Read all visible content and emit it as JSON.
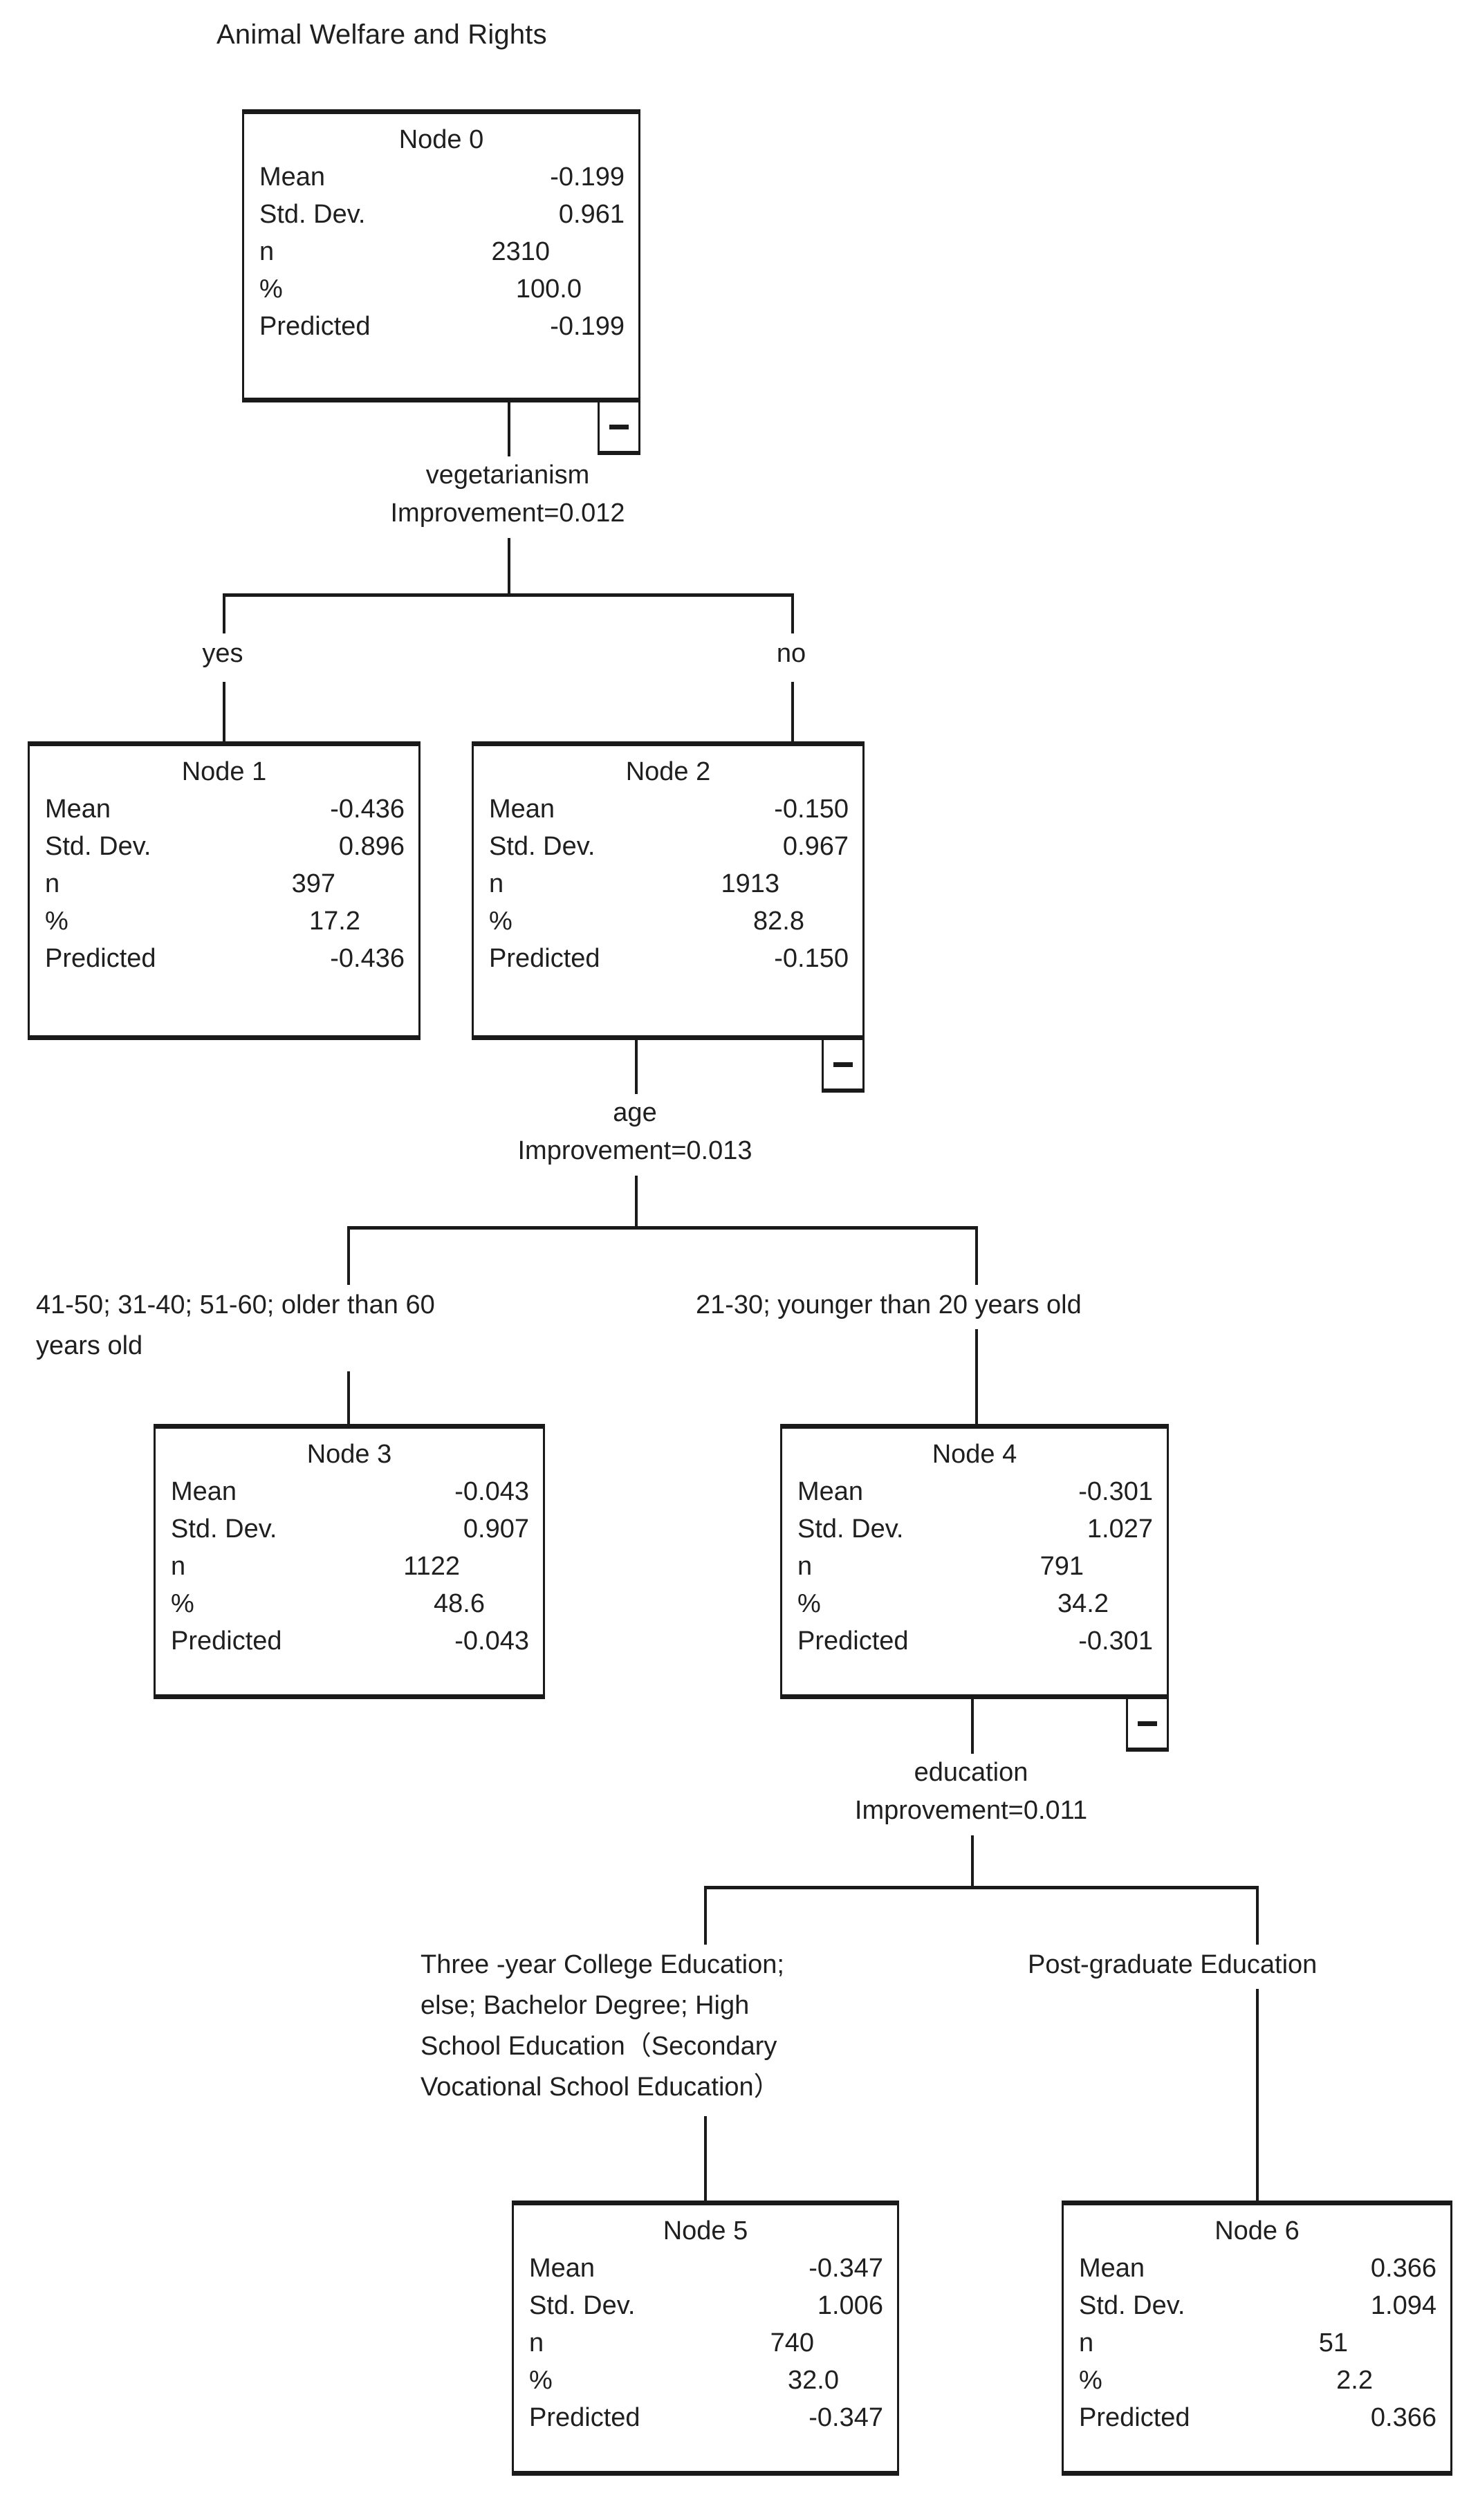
{
  "title": "Animal Welfare and Rights",
  "row_labels": [
    "Mean",
    "Std. Dev.",
    "n",
    "%",
    "Predicted"
  ],
  "collapse_icon": "minus-icon",
  "nodes": [
    {
      "id": "node0",
      "title": "Node 0",
      "mean": "-0.199",
      "std_dev": "0.961",
      "n": "2310",
      "percent": "100.0",
      "predicted": "-0.199",
      "collapsible": true
    },
    {
      "id": "node1",
      "title": "Node 1",
      "mean": "-0.436",
      "std_dev": "0.896",
      "n": "397",
      "percent": "17.2",
      "predicted": "-0.436",
      "collapsible": false
    },
    {
      "id": "node2",
      "title": "Node 2",
      "mean": "-0.150",
      "std_dev": "0.967",
      "n": "1913",
      "percent": "82.8",
      "predicted": "-0.150",
      "collapsible": true
    },
    {
      "id": "node3",
      "title": "Node 3",
      "mean": "-0.043",
      "std_dev": "0.907",
      "n": "1122",
      "percent": "48.6",
      "predicted": "-0.043",
      "collapsible": false
    },
    {
      "id": "node4",
      "title": "Node 4",
      "mean": "-0.301",
      "std_dev": "1.027",
      "n": "791",
      "percent": "34.2",
      "predicted": "-0.301",
      "collapsible": true
    },
    {
      "id": "node5",
      "title": "Node 5",
      "mean": "-0.347",
      "std_dev": "1.006",
      "n": "740",
      "percent": "32.0",
      "predicted": "-0.347",
      "collapsible": false
    },
    {
      "id": "node6",
      "title": "Node 6",
      "mean": "0.366",
      "std_dev": "1.094",
      "n": "51",
      "percent": "2.2",
      "predicted": "0.366",
      "collapsible": false
    }
  ],
  "splits": [
    {
      "id": "split-vegetarianism",
      "variable": "vegetarianism",
      "improvement": "Improvement=0.012",
      "parent": "node0",
      "branches": [
        {
          "label": "yes",
          "child": "node1"
        },
        {
          "label": "no",
          "child": "node2"
        }
      ]
    },
    {
      "id": "split-age",
      "variable": "age",
      "improvement": "Improvement=0.013",
      "parent": "node2",
      "branches": [
        {
          "label": "41-50; 31-40; 51-60; older than 60 years old",
          "child": "node3"
        },
        {
          "label": "21-30; younger than 20 years old",
          "child": "node4"
        }
      ]
    },
    {
      "id": "split-education",
      "variable": "education",
      "improvement": "Improvement=0.011",
      "parent": "node4",
      "branches": [
        {
          "label": "Three -year College Education; else; Bachelor Degree; High School Education（Secondary Vocational School Education）",
          "child": "node5"
        },
        {
          "label": "Post-graduate Education",
          "child": "node6"
        }
      ]
    }
  ],
  "branch_lines": {
    "age_left_l1": "41-50; 31-40; 51-60; older than 60",
    "age_left_l2": "years old",
    "age_right_l1": "21-30; younger than 20 years old",
    "edu_left_l1": "Three -year College Education;",
    "edu_left_l2": "else; Bachelor Degree; High",
    "edu_left_l3": "School Education（Secondary",
    "edu_left_l4": "Vocational School Education）",
    "edu_right_l1": "Post-graduate Education"
  },
  "chart_data": {
    "type": "tree",
    "title": "Animal Welfare and Rights",
    "target": "Animal Welfare and Rights",
    "total_n": 2310,
    "nodes": [
      {
        "id": 0,
        "label": "Node 0",
        "mean": -0.199,
        "std_dev": 0.961,
        "n": 2310,
        "percent": 100.0,
        "predicted": -0.199,
        "parent": null,
        "depth": 0
      },
      {
        "id": 1,
        "label": "Node 1",
        "mean": -0.436,
        "std_dev": 0.896,
        "n": 397,
        "percent": 17.2,
        "predicted": -0.436,
        "parent": 0,
        "depth": 1
      },
      {
        "id": 2,
        "label": "Node 2",
        "mean": -0.15,
        "std_dev": 0.967,
        "n": 1913,
        "percent": 82.8,
        "predicted": -0.15,
        "parent": 0,
        "depth": 1
      },
      {
        "id": 3,
        "label": "Node 3",
        "mean": -0.043,
        "std_dev": 0.907,
        "n": 1122,
        "percent": 48.6,
        "predicted": -0.043,
        "parent": 2,
        "depth": 2
      },
      {
        "id": 4,
        "label": "Node 4",
        "mean": -0.301,
        "std_dev": 1.027,
        "n": 791,
        "percent": 34.2,
        "predicted": -0.301,
        "parent": 2,
        "depth": 2
      },
      {
        "id": 5,
        "label": "Node 5",
        "mean": -0.347,
        "std_dev": 1.006,
        "n": 740,
        "percent": 32.0,
        "predicted": -0.347,
        "parent": 4,
        "depth": 3
      },
      {
        "id": 6,
        "label": "Node 6",
        "mean": 0.366,
        "std_dev": 1.094,
        "n": 51,
        "percent": 2.2,
        "predicted": 0.366,
        "parent": 4,
        "depth": 3
      }
    ],
    "splits": [
      {
        "parent": 0,
        "variable": "vegetarianism",
        "improvement": 0.012,
        "branches": [
          {
            "categories": "yes",
            "child": 1
          },
          {
            "categories": "no",
            "child": 2
          }
        ]
      },
      {
        "parent": 2,
        "variable": "age",
        "improvement": 0.013,
        "branches": [
          {
            "categories": "41-50; 31-40; 51-60; older than 60 years old",
            "child": 3
          },
          {
            "categories": "21-30; younger than 20 years old",
            "child": 4
          }
        ]
      },
      {
        "parent": 4,
        "variable": "education",
        "improvement": 0.011,
        "branches": [
          {
            "categories": "Three -year College Education; else; Bachelor Degree; High School Education（Secondary Vocational School Education）",
            "child": 5
          },
          {
            "categories": "Post-graduate Education",
            "child": 6
          }
        ]
      }
    ]
  }
}
